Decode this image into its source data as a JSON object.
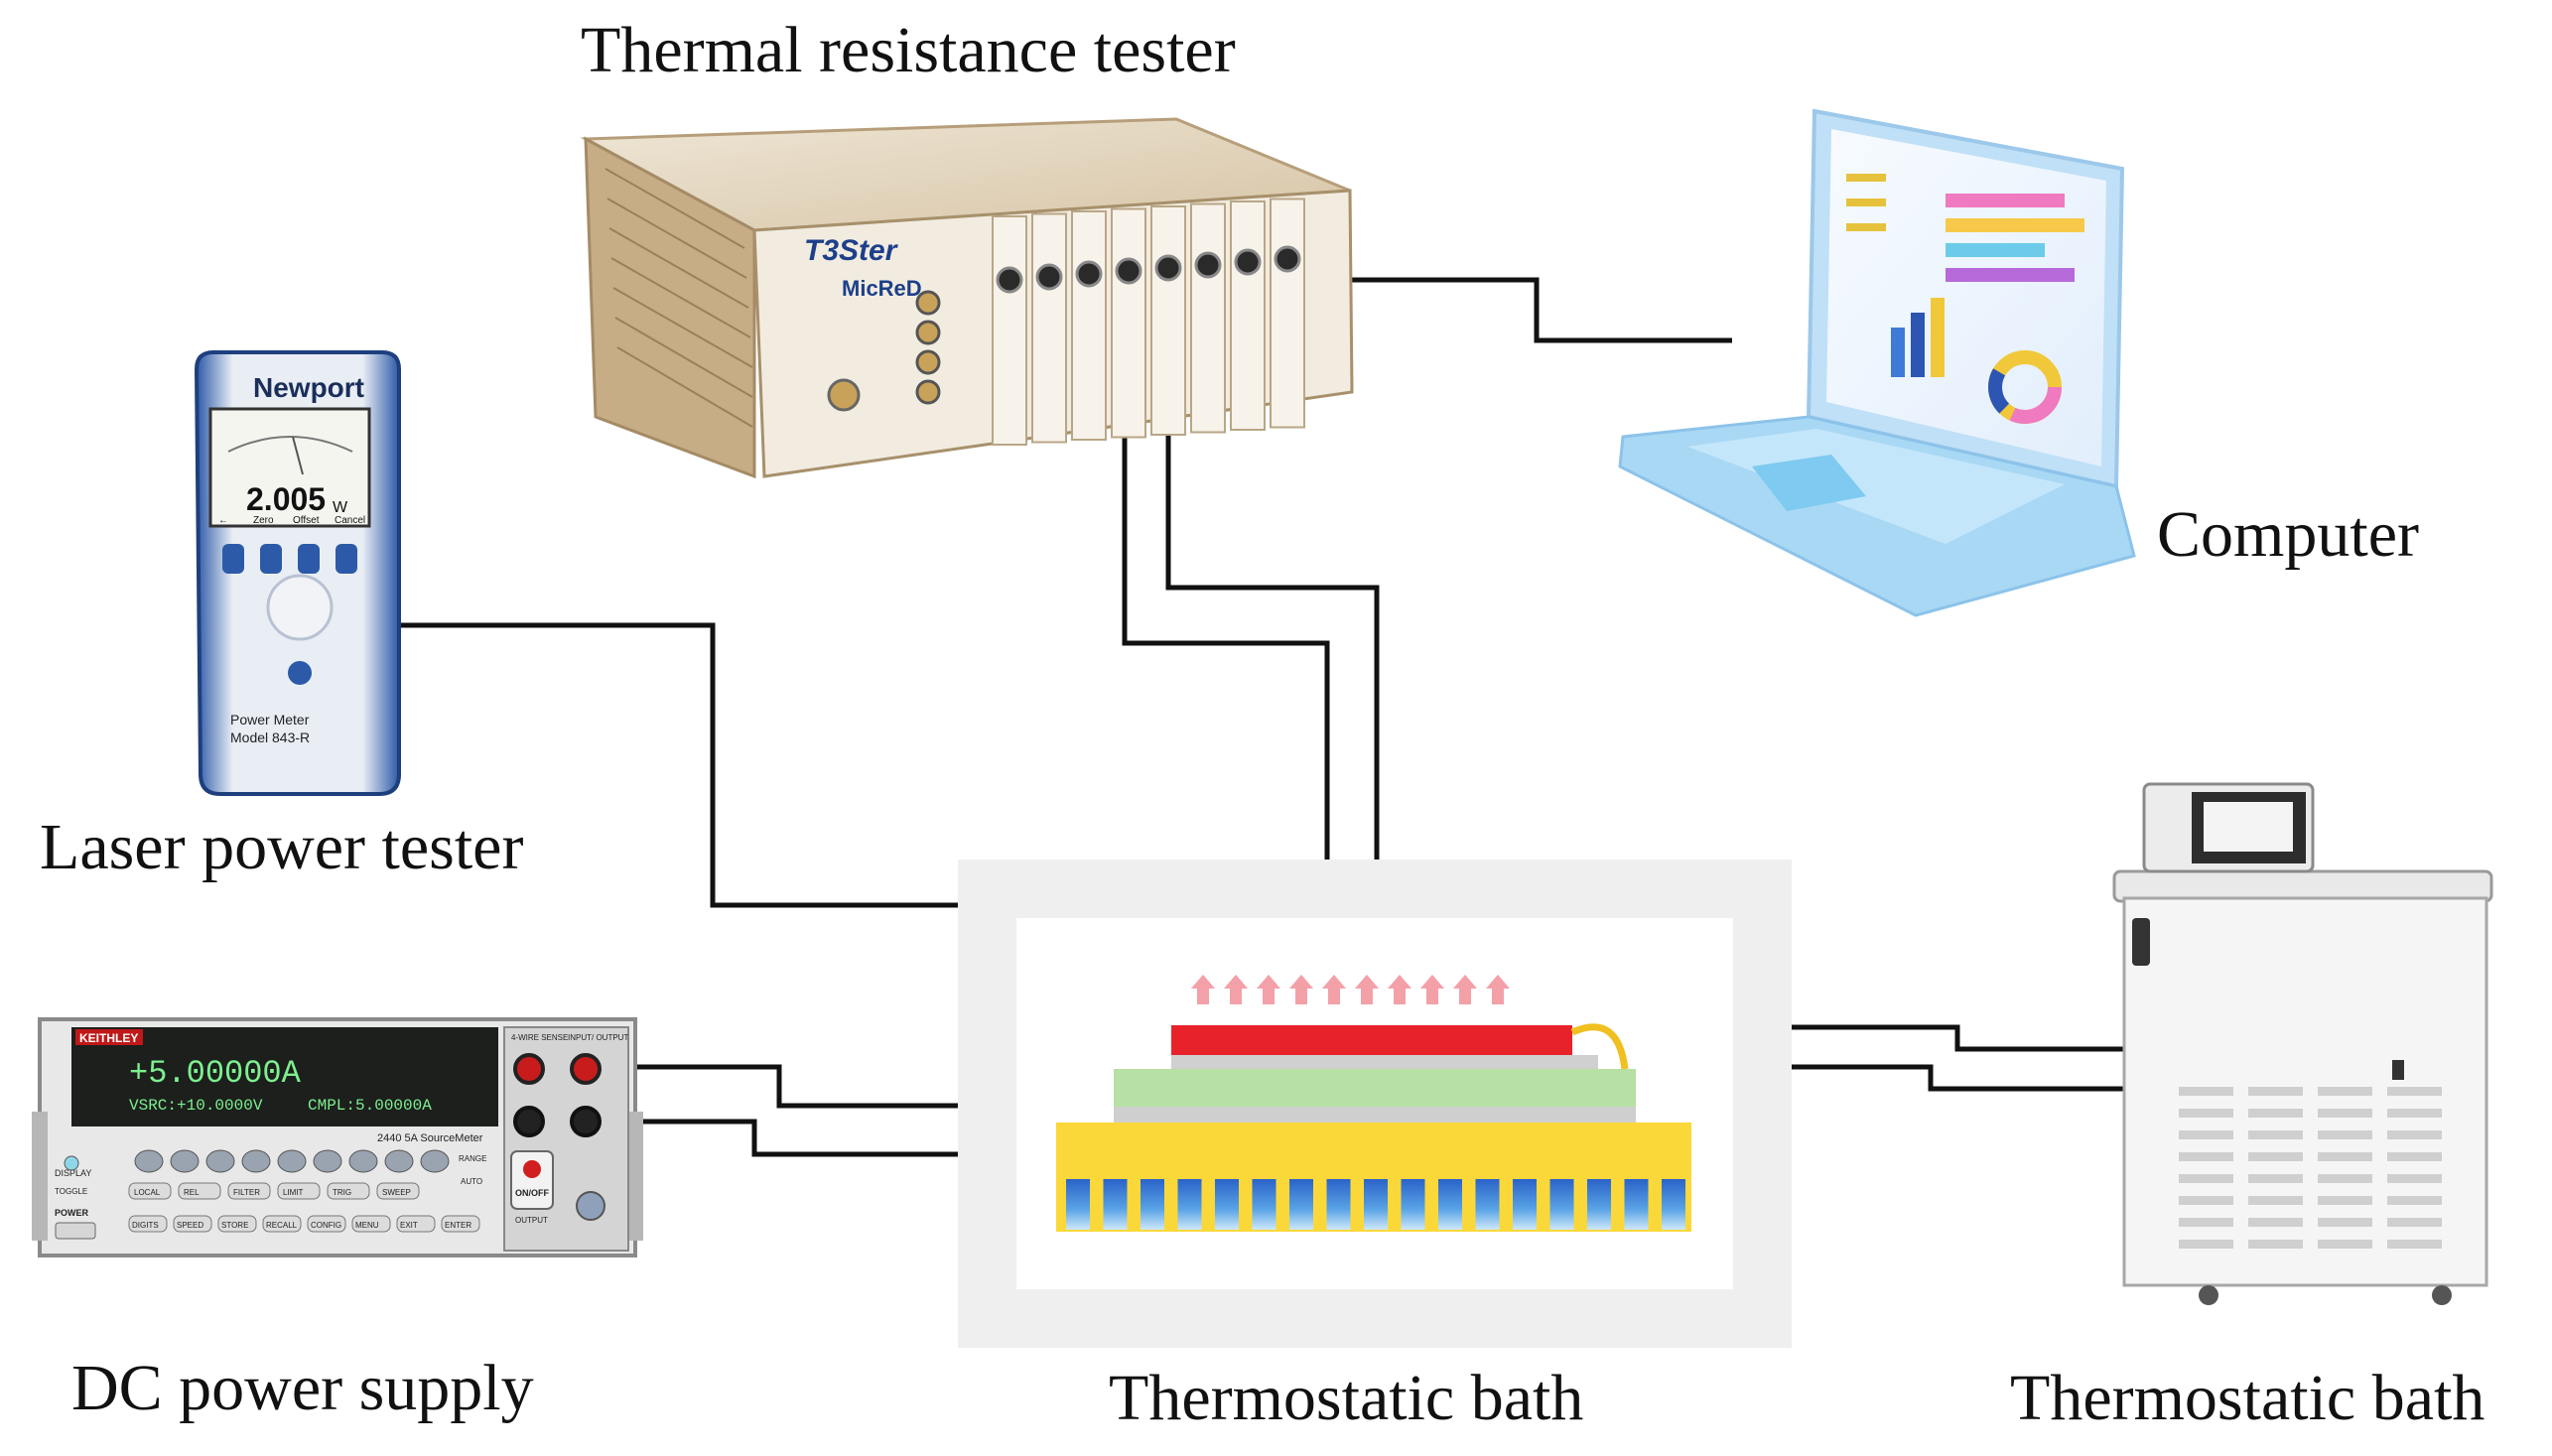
{
  "labels": {
    "thermal_resistance_tester": "Thermal resistance tester",
    "computer": "Computer",
    "laser_power_tester": "Laser power tester",
    "dc_power_supply": "DC power supply",
    "thermostatic_bath_center": "Thermostatic bath",
    "thermostatic_bath_right": "Thermostatic bath"
  },
  "power_meter": {
    "brand": "Newport",
    "reading": "2.005",
    "unit": "W",
    "soft_keys": [
      "←",
      "Zero",
      "Offset",
      "Cancel"
    ],
    "model_line1": "Power Meter",
    "model_line2": "Model 843-R"
  },
  "tester": {
    "brand": "T3Ster",
    "maker": "MicReD"
  },
  "sourcemeter": {
    "brand": "KEITHLEY",
    "main_reading": "+5.00000A",
    "sub_reading_1": "VSRC:+10.0000V",
    "sub_reading_2": "CMPL:5.00000A",
    "model": "2440 5A SourceMeter",
    "keys_row1": [
      "",
      "",
      "",
      "",
      "",
      "",
      "",
      "",
      ""
    ],
    "keys_row2": [
      "LOCAL",
      "REL",
      "FILTER",
      "LIMIT",
      "TRIG",
      "SWEEP"
    ],
    "keys_row3": [
      "DIGITS",
      "SPEED",
      "STORE",
      "RECALL",
      "CONFIG",
      "MENU",
      "EXIT",
      "ENTER"
    ],
    "power_label": "POWER",
    "output_label": "ON/OFF",
    "output_caption": "OUTPUT",
    "terminal_caption_1": "4-WIRE SENSE",
    "terminal_caption_2": "INPUT/ OUTPUT",
    "range_label": "RANGE",
    "auto_label": "AUTO",
    "display_label": "DISPLAY",
    "toggle_label": "TOGGLE"
  },
  "colors": {
    "wire": "#111111",
    "heat_arrow": "#f4a0a8",
    "chip_red": "#e8222a",
    "substrate_green": "#b5e0a0",
    "layer_grey": "#c8c8c8",
    "heatsink_yellow": "#fbd83a",
    "fin_blue": "#2f6fd0",
    "connector_yellow": "#f0c020",
    "panel_bg": "#f3f3f3"
  },
  "icons": [
    "laptop-icon",
    "thermostatic-bath-unit-icon",
    "heat-arrow-icon"
  ]
}
